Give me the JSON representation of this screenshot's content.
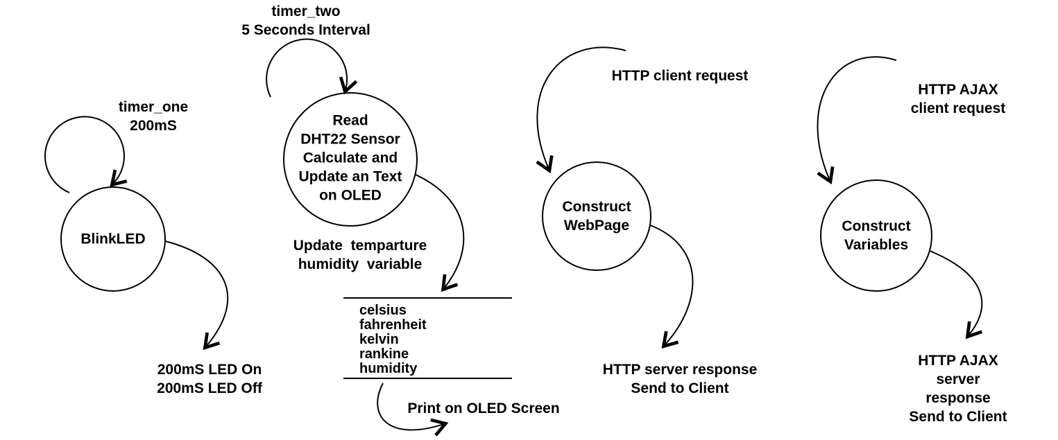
{
  "colors": {
    "background": "#ffffff",
    "stroke": "#000000",
    "text": "#000000"
  },
  "blinkled": {
    "trigger_label": "timer_one\n200mS",
    "node_label": "BlinkLED",
    "output_label": "200mS LED On\n200mS LED Off"
  },
  "dht22": {
    "trigger_label": "timer_two\n5 Seconds Interval",
    "node_label": "Read\nDHT22 Sensor\nCalculate and\nUpdate an Text\non OLED",
    "update_label": "Update  temparture\nhumidity  variable",
    "datastore_items": [
      "celsius",
      "fahrenheit",
      "kelvin",
      "rankine",
      "humidity"
    ],
    "print_label": "Print on OLED Screen"
  },
  "webpage": {
    "trigger_label": "HTTP client request",
    "node_label": "Construct\nWebPage",
    "output_label": "HTTP server response\nSend to Client"
  },
  "ajax": {
    "trigger_label": "HTTP AJAX client request",
    "node_label": "Construct\nVariables",
    "output_label": "HTTP AJAX\nserver response\nSend to Client"
  }
}
